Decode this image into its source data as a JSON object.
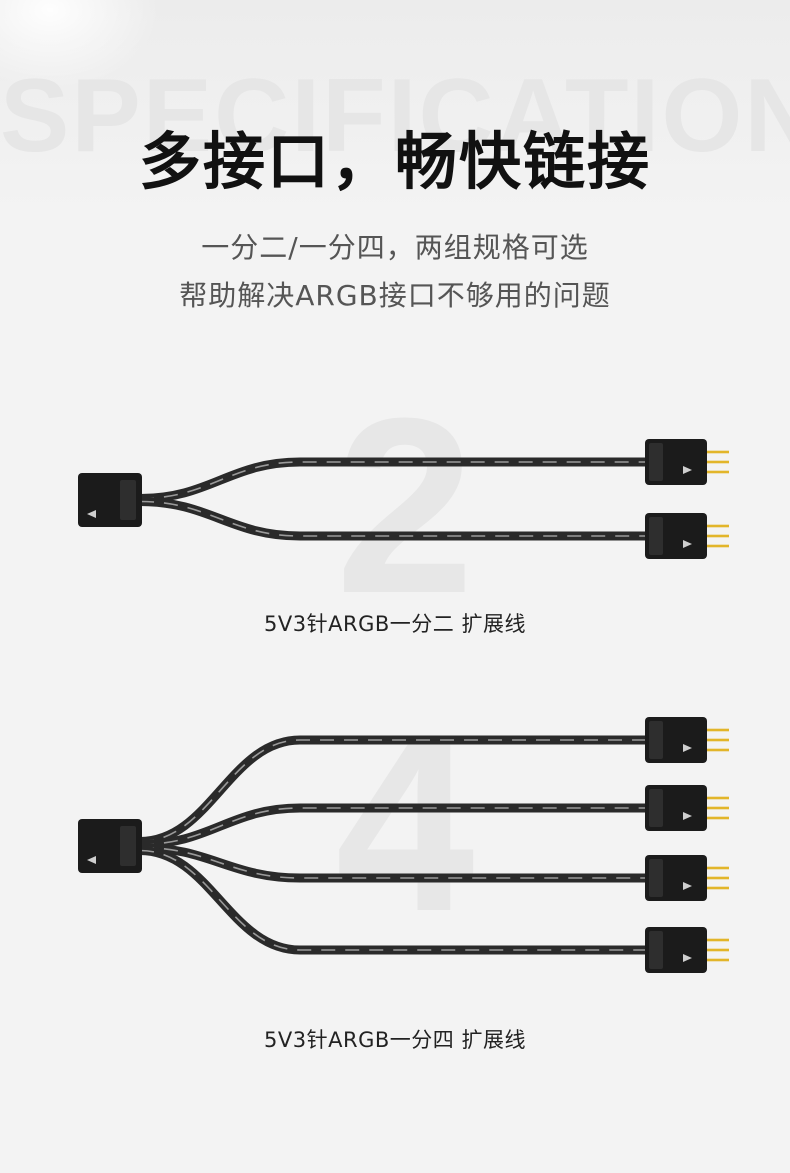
{
  "watermark_text": "SPECIFICATION",
  "headline": "多接口，畅快链接",
  "subtitle_lines": [
    "一分二/一分四，两组规格可选",
    "帮助解决ARGB接口不够用的问题"
  ],
  "splitters": [
    {
      "number": "2",
      "outputs": 2,
      "caption": "5V3针ARGB一分二 扩展线"
    },
    {
      "number": "4",
      "outputs": 4,
      "caption": "5V3针ARGB一分四 扩展线"
    }
  ],
  "colors": {
    "background": "#f3f3f3",
    "headline": "#111111",
    "subtitle": "#555555",
    "cable": "#2a2a2a",
    "connector": "#1b1b1b",
    "pins": "#e2b52a"
  }
}
